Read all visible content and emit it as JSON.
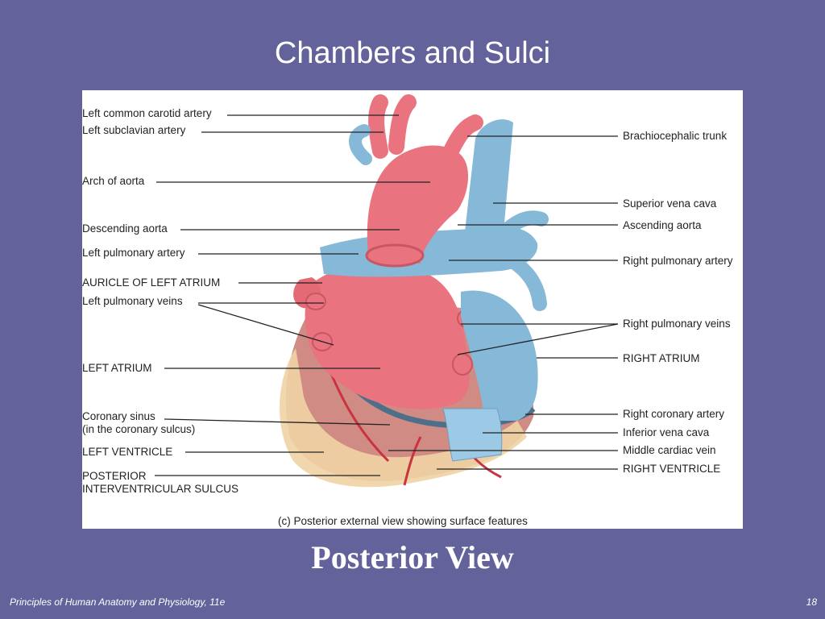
{
  "slide": {
    "title": "Chambers and Sulci",
    "subtitle": "Posterior View",
    "footer": "Principles of Human Anatomy and Physiology, 11e",
    "page_number": "18"
  },
  "figure": {
    "caption": "(c) Posterior external view showing surface features",
    "left_labels": {
      "left_common_carotid_artery": "Left common carotid artery",
      "left_subclavian_artery": "Left subclavian artery",
      "arch_of_aorta": "Arch of aorta",
      "descending_aorta": "Descending aorta",
      "left_pulmonary_artery": "Left pulmonary artery",
      "auricle_of_left_atrium": "AURICLE OF LEFT ATRIUM",
      "left_pulmonary_veins": "Left pulmonary veins",
      "left_atrium": "LEFT ATRIUM",
      "coronary_sinus": "Coronary sinus\n(in the coronary sulcus)",
      "left_ventricle": "LEFT VENTRICLE",
      "posterior_interventricular_sulcus": "POSTERIOR\nINTERVENTRICULAR SULCUS"
    },
    "right_labels": {
      "brachiocephalic_trunk": "Brachiocephalic trunk",
      "superior_vena_cava": "Superior vena cava",
      "ascending_aorta": "Ascending aorta",
      "right_pulmonary_artery": "Right pulmonary artery",
      "right_pulmonary_veins": "Right pulmonary veins",
      "right_atrium": "RIGHT ATRIUM",
      "right_coronary_artery": "Right coronary artery",
      "inferior_vena_cava": "Inferior vena cava",
      "middle_cardiac_vein": "Middle cardiac vein",
      "right_ventricle": "RIGHT VENTRICLE"
    }
  },
  "colors": {
    "background": "#63629a",
    "artery": "#e9747f",
    "vein": "#86b9d8",
    "fat": "#efd3a4",
    "myocardium": "#cf8b84"
  }
}
